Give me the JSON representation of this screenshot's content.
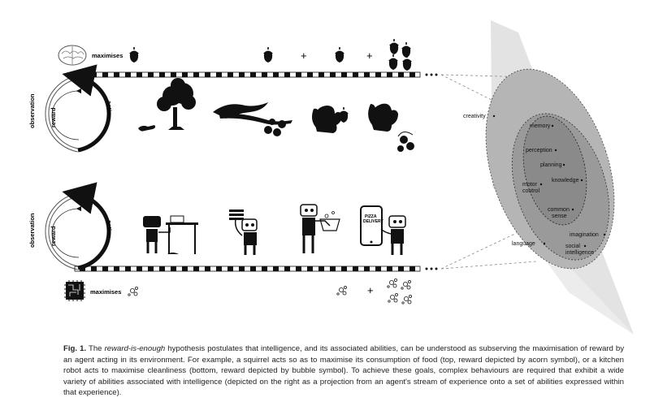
{
  "top": {
    "maximises_label": "maximises",
    "plus_1": "+",
    "plus_2": "+",
    "loop_left_label": "observation",
    "loop_inner_label": "reward",
    "loop_right_label": "action"
  },
  "bottom": {
    "maximises_label": "maximises",
    "plus_1": "+",
    "loop_left_label": "observation",
    "loop_inner_label": "reward",
    "loop_right_label": "action",
    "phone_text_1": "PIZZA",
    "phone_text_2": "DELIVERY"
  },
  "abilities": {
    "creativity": "creativity",
    "memory": "memory",
    "perception": "perception",
    "planning": "planning",
    "knowledge": "knowledge",
    "motor_1": "motor",
    "motor_2": "control",
    "common_1": "common",
    "common_2": "sense",
    "imagination": "imagination",
    "social_1": "social",
    "social_2": "intelligence",
    "language": "language"
  },
  "caption": {
    "label": "Fig. 1.",
    "pre": " The ",
    "italic": "reward-is-enough",
    "body": " hypothesis postulates that intelligence, and its associated abilities, can be understood as subserving the maximisation of reward by an agent acting in its environment. For example, a squirrel acts so as to maximise its consumption of food (top, reward depicted by acorn symbol), or a kitchen robot acts to maximise cleanliness (bottom, reward depicted by bubble symbol). To achieve these goals, complex behaviours are required that exhibit a wide variety of abilities associated with intelligence (depicted on the right as a projection from an agent's stream of experience onto a set of abilities expressed within that experience)."
  },
  "colors": {
    "outer_ellipse": "#b5b5b5",
    "middle_ellipse": "#9a9a9a",
    "inner_ellipse": "#8a8a8a",
    "projection": "#e3e3e3"
  }
}
